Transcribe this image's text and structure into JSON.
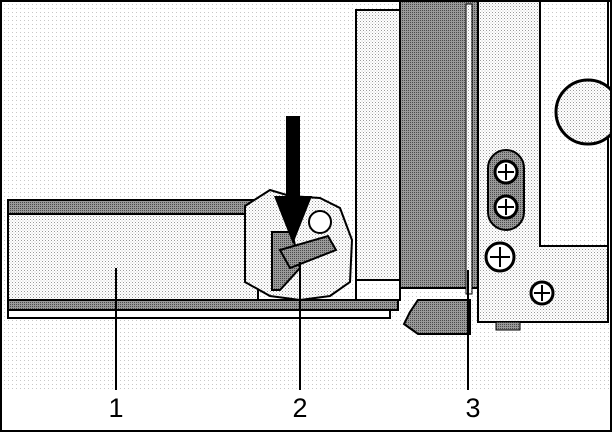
{
  "callouts": [
    {
      "label": "1"
    },
    {
      "label": "2"
    },
    {
      "label": "3"
    }
  ]
}
